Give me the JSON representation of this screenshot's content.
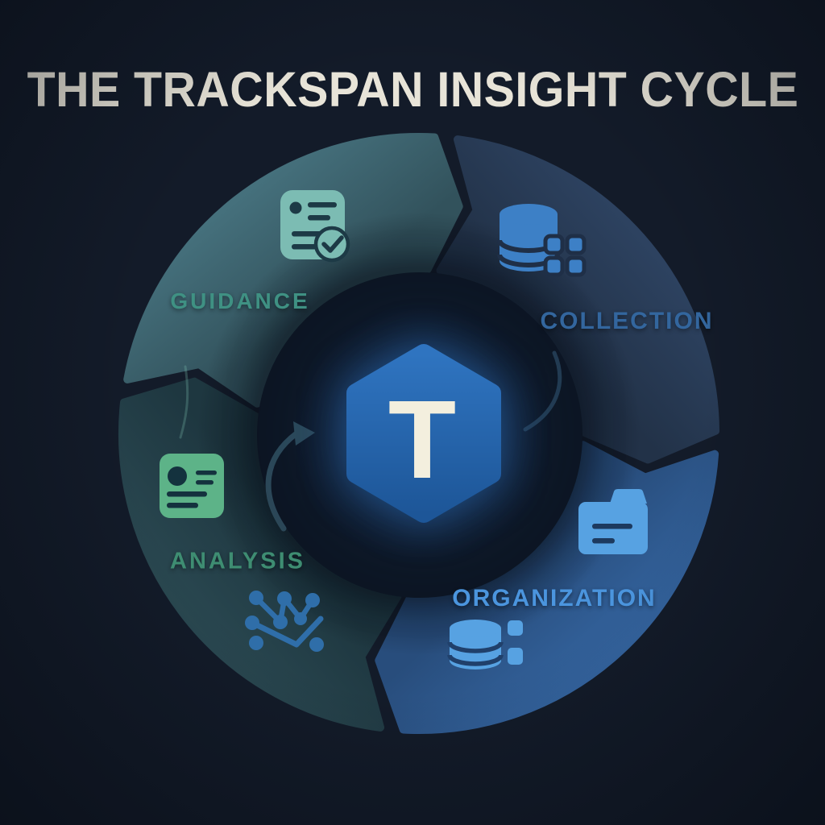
{
  "title": "THE TRACKSPAN INSIGHT CYCLE",
  "title_color": "#e8e4d8",
  "background": "#131b29",
  "flow_direction": "clockwise",
  "center": {
    "letter": "T",
    "hexagon_top": "#2f74c0",
    "hexagon_bottom": "#1d5698",
    "letter_color": "#f3efde",
    "glow_color": "#2d73c2"
  },
  "segments": [
    {
      "id": "guidance",
      "label": "GUIDANCE",
      "position": "top-left",
      "outer_color": "#45707c",
      "inner_color": "#32525c",
      "label_color": "#3f9183",
      "icon_color": "#7cbcb3",
      "icons": [
        "checklist-approved-icon"
      ]
    },
    {
      "id": "collection",
      "label": "COLLECTION",
      "position": "top-right",
      "outer_color": "#2d4260",
      "inner_color": "#223248",
      "label_color": "#33669e",
      "icon_color": "#3d80c6",
      "icons": [
        "database-grid-icon"
      ]
    },
    {
      "id": "organization",
      "label": "ORGANIZATION",
      "position": "bottom-right",
      "outer_color": "#34649f",
      "inner_color": "#284d7c",
      "label_color": "#4b95de",
      "icon_color": "#57a2e2",
      "icons": [
        "folder-icon",
        "database-list-icon"
      ]
    },
    {
      "id": "analysis",
      "label": "ANALYSIS",
      "position": "bottom-left",
      "outer_color": "#2a4851",
      "inner_color": "#1e3740",
      "label_color": "#3e8d72",
      "icon_color": "#5db388",
      "accent_icon_color": "#2f6ea9",
      "icons": [
        "profile-card-icon",
        "trend-network-icon"
      ]
    }
  ]
}
